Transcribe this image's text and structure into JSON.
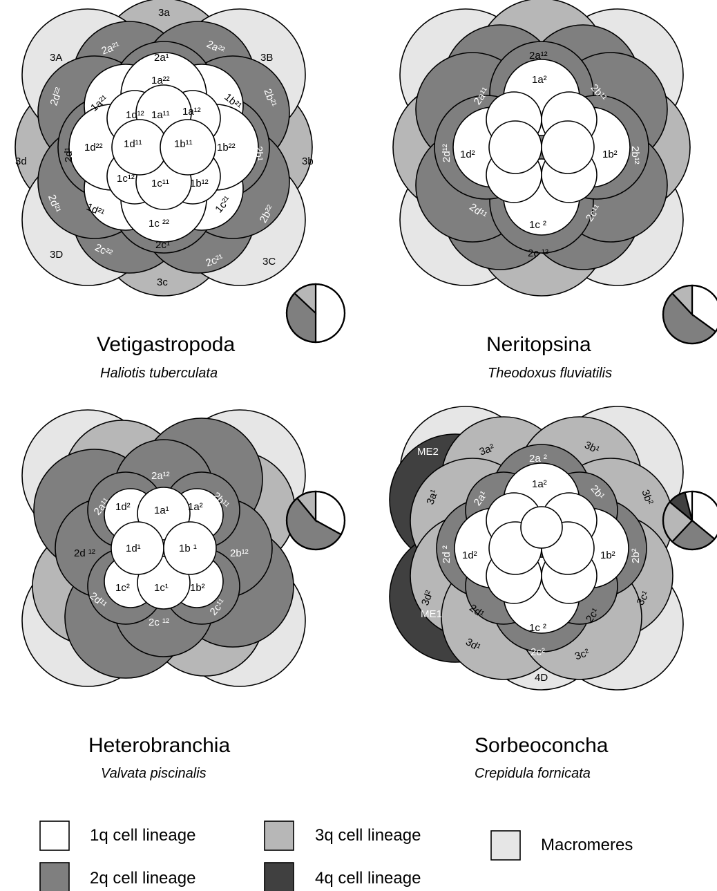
{
  "colors": {
    "q1": "#ffffff",
    "q2": "#7f7f7f",
    "q3": "#b7b7b7",
    "q4": "#404040",
    "macromeres": "#e6e6e6"
  },
  "panels": [
    {
      "id": "vetigastropoda",
      "title": "Vetigastropoda",
      "species": "Haliotis tuberculata",
      "labels": {
        "3a": "3a",
        "3A": "3A",
        "3B": "3B",
        "3d": "3d",
        "3b": "3b",
        "3D": "3D",
        "3C": "3C",
        "3c": "3c",
        "2a21": "2a²¹",
        "2a22": "2a²²",
        "2a1": "2a¹",
        "2d22": "2d²²",
        "2b21": "2b²¹",
        "2d1": "2d¹",
        "2b1": "2b¹",
        "2d21": "2d²¹",
        "2b22": "2b²²",
        "2c22": "2c²²",
        "2c1": "2c¹",
        "2c21": "2c²¹",
        "1a22": "1a²²",
        "1a21": "1a²¹",
        "1b21": "1b²¹",
        "1d12": "1d¹²",
        "1a11": "1a¹¹",
        "1a12": "1a¹²",
        "1d22": "1d²²",
        "1d11": "1d¹¹",
        "1b11": "1b¹¹",
        "1b22": "1b²²",
        "1c12": "1c¹²",
        "1c11": "1c¹¹",
        "1b12": "1b¹²",
        "1d21": "1d²¹",
        "1c21": "1c²¹",
        "1c22": "1c ²²"
      },
      "proportions": {
        "q1": 0.5,
        "q2": 0.37,
        "q3": 0.13,
        "q4": 0
      }
    },
    {
      "id": "neritopsina",
      "title": "Neritopsina",
      "species": "Theodoxus fluviatilis",
      "labels": {
        "2a12": "2a¹²",
        "1a2": "1a²",
        "2a11": "2a¹¹",
        "2b11": "2b¹¹",
        "2d12": "2d¹²",
        "1d2": "1d²",
        "1b2": "1b²",
        "2b12": "2b¹²",
        "2d11": "2d¹¹",
        "2c11": "2c¹¹",
        "1c2": "1c ²",
        "2c12": "2c ¹²"
      },
      "proportions": {
        "q1": 0.35,
        "q2": 0.53,
        "q3": 0.12,
        "q4": 0
      }
    },
    {
      "id": "heterobranchia",
      "title": "Heterobranchia",
      "species": "Valvata piscinalis",
      "labels": {
        "2a12": "2a¹²",
        "2a11": "2a¹¹",
        "2b11": "2b¹¹",
        "1d2": "1d²",
        "1a1": "1a¹",
        "1a2": "1a²",
        "2d12": "2d ¹²",
        "1d1": "1d¹",
        "1b1": "1b ¹",
        "2b12": "2b¹²",
        "1c2": "1c²",
        "1c1": "1c¹",
        "1b2": "1b²",
        "2d11": "2d¹¹",
        "2c12": "2c ¹²",
        "2c11": "2c¹¹"
      },
      "proportions": {
        "q1": 0.33,
        "q2": 0.56,
        "q3": 0.11,
        "q4": 0
      }
    },
    {
      "id": "sorbeoconcha",
      "title": "Sorbeoconcha",
      "species": "Crepidula fornicata",
      "labels": {
        "ME2": "ME2",
        "ME1": "ME1",
        "4D": "4D",
        "3a2": "3a²",
        "3b1": "3b¹",
        "3a1": "3a¹",
        "3b2": "3b²",
        "3d2": "3d²",
        "3c1": "3c¹",
        "3d1": "3d¹",
        "3c2": "3c²",
        "2a2": "2a ²",
        "2a1": "2a¹",
        "2b1": "2b¹",
        "2d2": "2d ²",
        "2b2": "2b²",
        "2d1": "2d¹",
        "2c1": "2c¹",
        "2c2": "2c²",
        "1a2": "1a²",
        "1d2": "1d²",
        "1b2": "1b²",
        "1c2": "1c ²"
      },
      "proportions": {
        "q1": 0.36,
        "q2": 0.26,
        "q3": 0.24,
        "q4": 0.1
      }
    }
  ],
  "legend": {
    "q1": "1q cell lineage",
    "q2": "2q cell lineage",
    "q3": "3q cell lineage",
    "q4": "4q cell lineage",
    "macromeres": "Macromeres"
  }
}
